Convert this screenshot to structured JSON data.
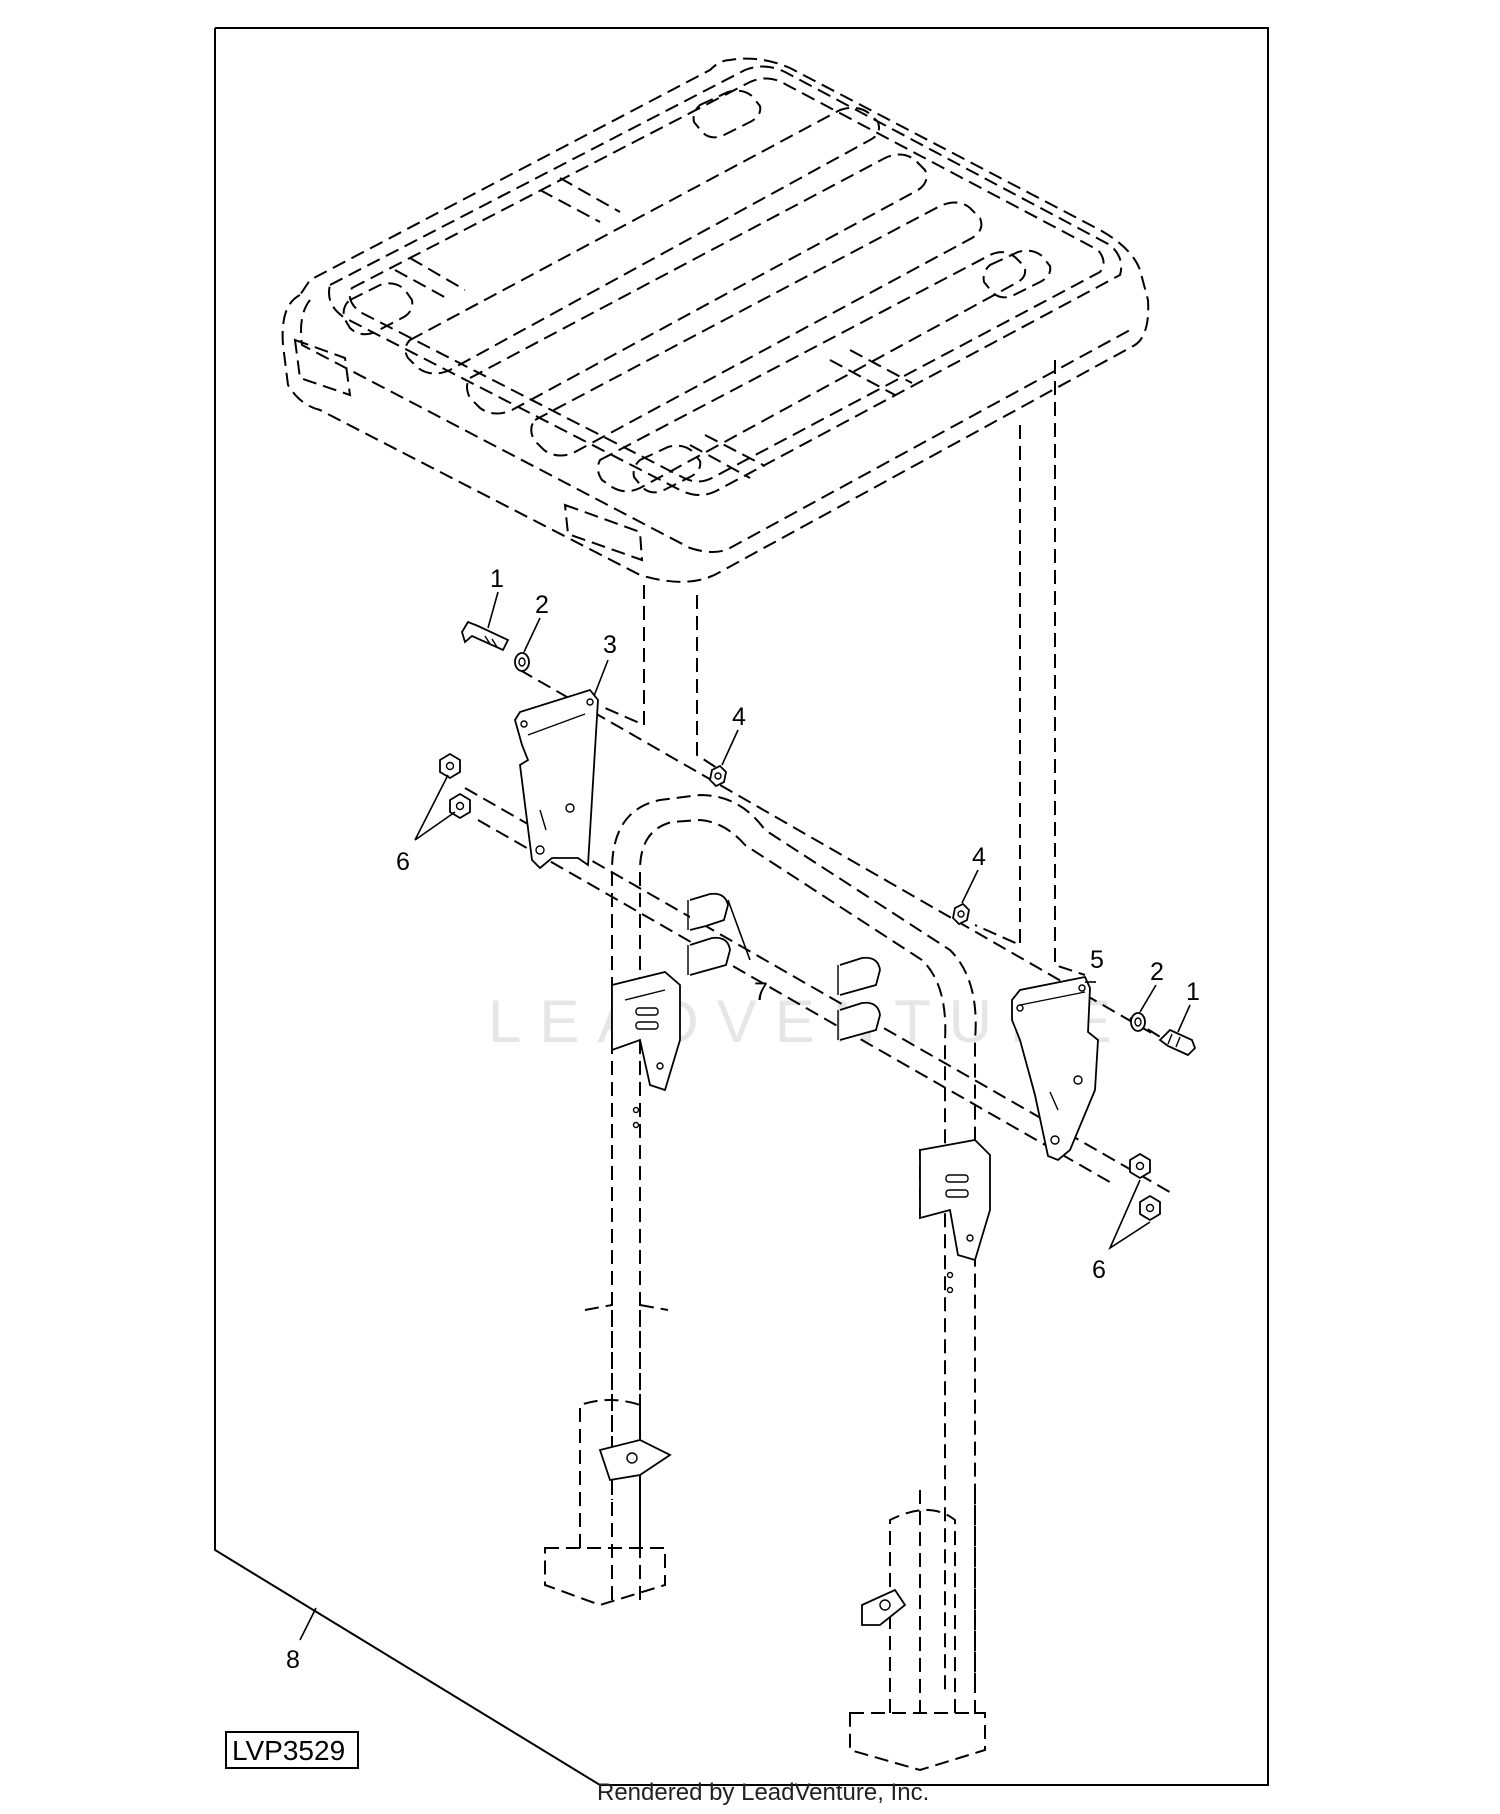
{
  "diagram": {
    "callouts": [
      "1",
      "2",
      "3",
      "4",
      "4",
      "5",
      "2",
      "1",
      "6",
      "6",
      "7",
      "8"
    ],
    "figure_code": "LVP3529",
    "watermark": "LEADVENTURE",
    "credit": "Rendered by LeadVenture, Inc."
  }
}
